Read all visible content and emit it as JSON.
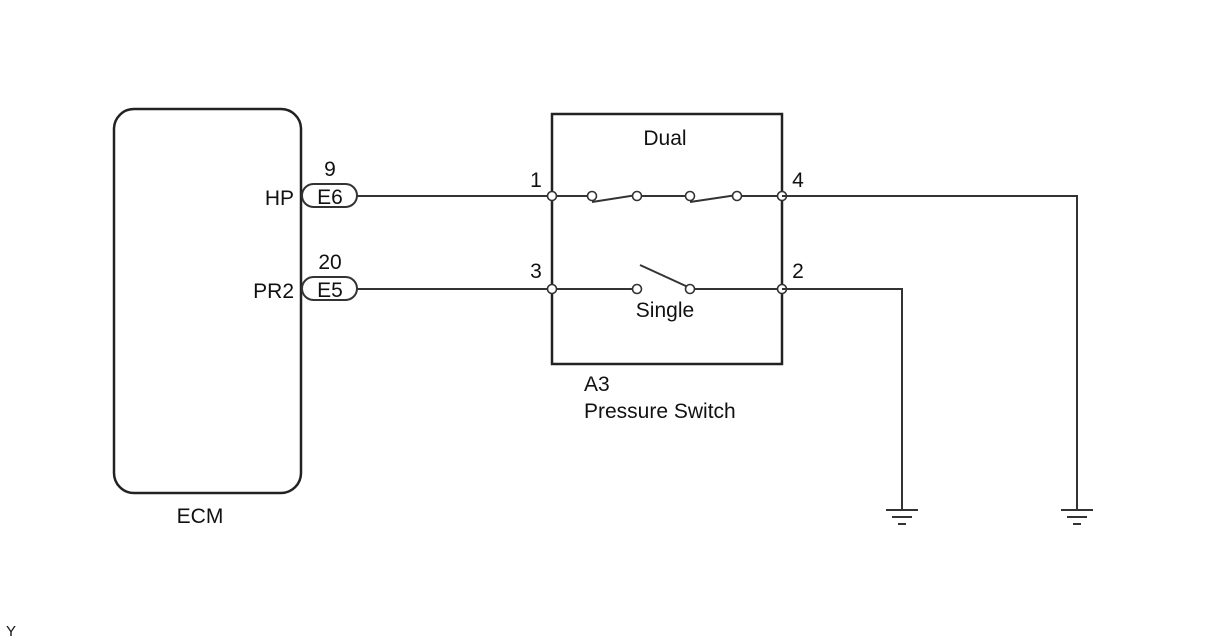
{
  "ecm": {
    "label": "ECM"
  },
  "ecm_pins": [
    {
      "signal": "HP",
      "pin_number": "9",
      "connector": "E6"
    },
    {
      "signal": "PR2",
      "pin_number": "20",
      "connector": "E5"
    }
  ],
  "pressure_switch": {
    "code": "A3",
    "name": "Pressure Switch",
    "dual_label": "Dual",
    "single_label": "Single",
    "terminals": {
      "t1": "1",
      "t3": "3",
      "t4": "4",
      "t2": "2"
    }
  },
  "corner_mark": "Y"
}
